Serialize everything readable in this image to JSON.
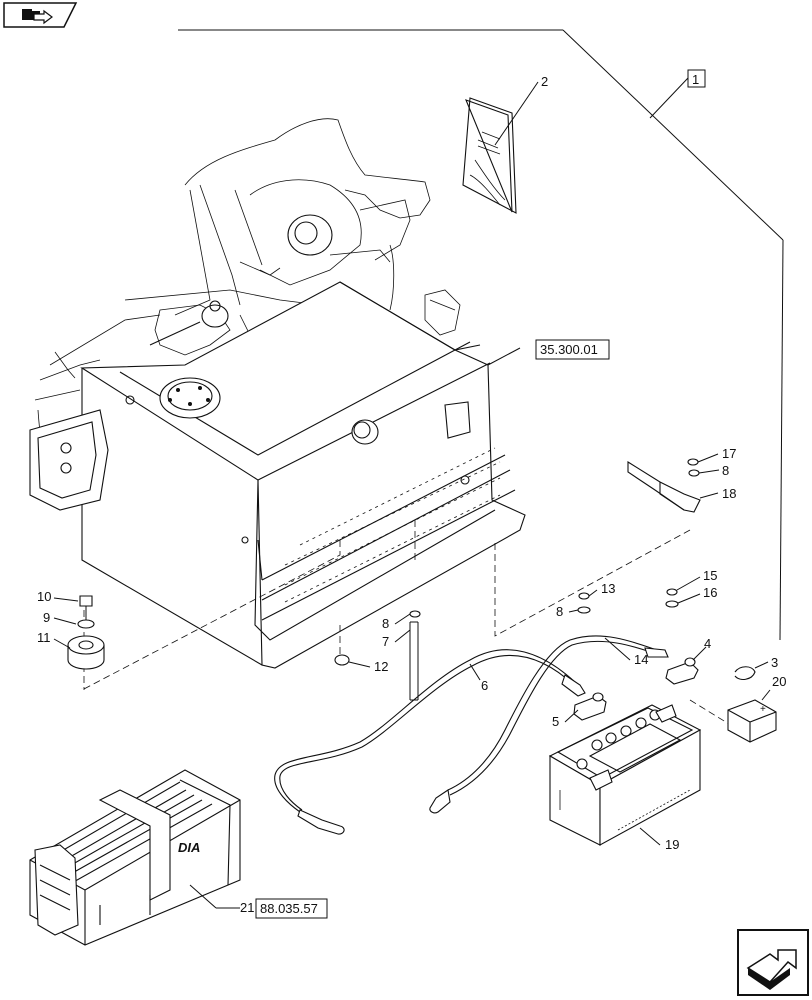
{
  "nav": {
    "top_icon": "page-back-icon",
    "bottom_icon": "next-page-arrow-icon"
  },
  "references": {
    "main_assembly": "1",
    "tank_ref": "35.300.01",
    "crate_ref": "88.035.57"
  },
  "callouts": {
    "c2": "2",
    "c3": "3",
    "c4": "4",
    "c5": "5",
    "c6": "6",
    "c7": "7",
    "c8a": "8",
    "c8b": "8",
    "c8c": "8",
    "c9": "9",
    "c10": "10",
    "c11": "11",
    "c12": "12",
    "c13": "13",
    "c14": "14",
    "c15": "15",
    "c16": "16",
    "c17": "17",
    "c18": "18",
    "c19": "19",
    "c20": "20",
    "c21": "21"
  },
  "crate_label": "DIA"
}
